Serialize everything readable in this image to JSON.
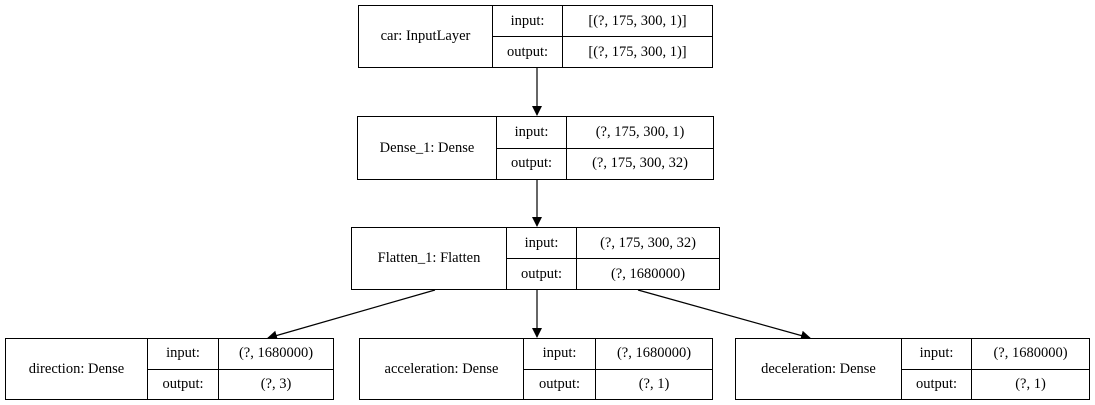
{
  "nodes": [
    {
      "id": "car",
      "name": "car: InputLayer",
      "input_label": "input:",
      "output_label": "output:",
      "input": "[(?, 175, 300, 1)]",
      "output": "[(?, 175, 300, 1)]"
    },
    {
      "id": "dense_1",
      "name": "Dense_1: Dense",
      "input_label": "input:",
      "output_label": "output:",
      "input": "(?, 175, 300, 1)",
      "output": "(?, 175, 300, 32)"
    },
    {
      "id": "flatten_1",
      "name": "Flatten_1: Flatten",
      "input_label": "input:",
      "output_label": "output:",
      "input": "(?, 175, 300, 32)",
      "output": "(?, 1680000)"
    },
    {
      "id": "direction",
      "name": "direction: Dense",
      "input_label": "input:",
      "output_label": "output:",
      "input": "(?, 1680000)",
      "output": "(?, 3)"
    },
    {
      "id": "acceleration",
      "name": "acceleration: Dense",
      "input_label": "input:",
      "output_label": "output:",
      "input": "(?, 1680000)",
      "output": "(?, 1)"
    },
    {
      "id": "deceleration",
      "name": "deceleration: Dense",
      "input_label": "input:",
      "output_label": "output:",
      "input": "(?, 1680000)",
      "output": "(?, 1)"
    }
  ],
  "edges": [
    {
      "from": "car",
      "to": "dense_1"
    },
    {
      "from": "dense_1",
      "to": "flatten_1"
    },
    {
      "from": "flatten_1",
      "to": "direction"
    },
    {
      "from": "flatten_1",
      "to": "acceleration"
    },
    {
      "from": "flatten_1",
      "to": "deceleration"
    }
  ]
}
